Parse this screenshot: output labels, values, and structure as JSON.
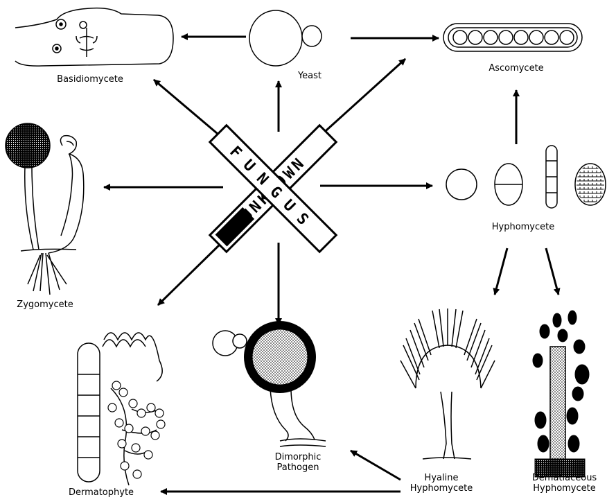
{
  "center_sign": {
    "word_1": "UNKNOWN",
    "word_2": "FUNGUS"
  },
  "labels": {
    "basidiomycete": "Basidiomycete",
    "yeast": "Yeast",
    "ascomycete": "Ascomycete",
    "zygomycete": "Zygomycete",
    "hyphomycete": "Hyphomycete",
    "dimorphic_line1": "Dimorphic",
    "dimorphic_line2": "Pathogen",
    "hyaline_line1": "Hyaline",
    "hyaline_line2": "Hyphomycete",
    "dematiaceous_line1": "Dematiaceous",
    "dematiaceous_line2": "Hyphomycete",
    "dermatophyte": "Dermatophyte"
  }
}
